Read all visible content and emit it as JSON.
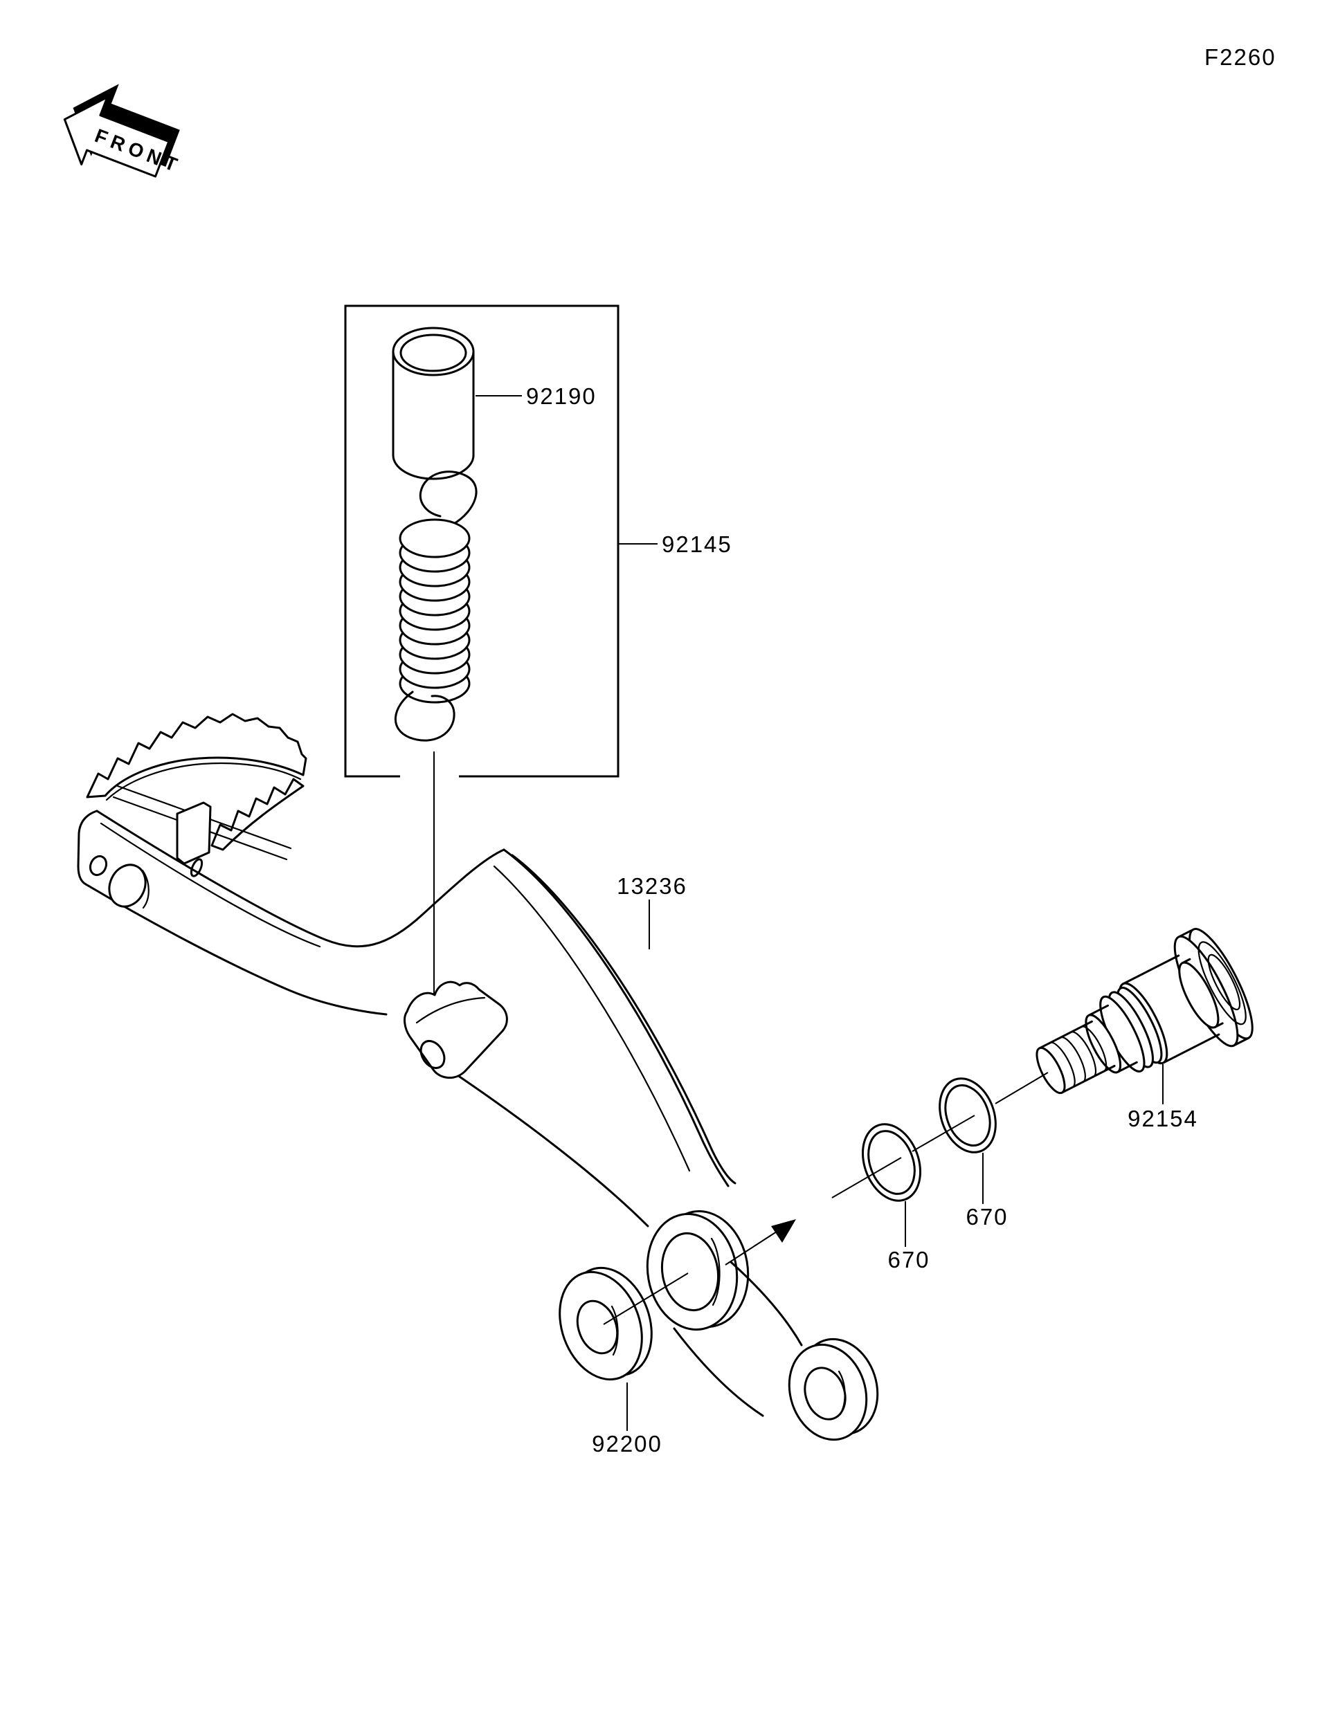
{
  "page": {
    "code": "F2260",
    "background": "#ffffff",
    "line_color": "#000000"
  },
  "front_marker": {
    "label": "FRONT"
  },
  "labels": {
    "collar": "92190",
    "spring": "92145",
    "pedal": "13236",
    "pedal_bolt": "92154",
    "oring_upper": "670",
    "oring_lower": "670",
    "washer": "92200"
  }
}
